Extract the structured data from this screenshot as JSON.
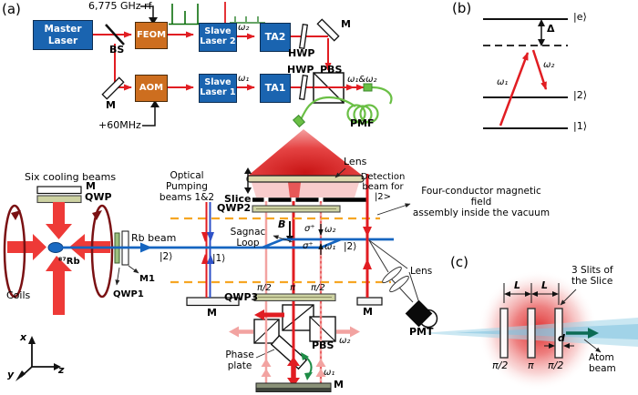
{
  "colors": {
    "box_blue": "#1a64b0",
    "box_orange": "#cd6e1f",
    "beam_red": "#e11d22",
    "beam_pink": "#f2a3a1",
    "atom_beam_blue": "#1565c0",
    "fiber_green": "#6abf45",
    "vacuum_dashed_orange": "#f6a623",
    "coil_dark_red": "#7a1113",
    "spectrum_green": "#0b6e0b",
    "mot_arrow_red": "#ee3a37",
    "phase_arrow_green": "#1e8c46",
    "atom_wedge_blue": "#a6d7ea"
  },
  "panel_a": {
    "label": "(a)",
    "rf_drive": "6,775 GHz rf",
    "aom_drive": "+60MHz",
    "boxes": {
      "master_laser": "Master\nLaser",
      "feom": "FEOM",
      "aom": "AOM",
      "slave_laser_2": "Slave\nLaser 2",
      "slave_laser_1": "Slave\nLaser 1",
      "ta2": "TA2",
      "ta1": "TA1"
    },
    "optics": {
      "bs": "BS",
      "m_aom": "M",
      "m_top": "M",
      "hwp_top": "HWP",
      "hwp_bottom": "HWP",
      "pbs_top": "PBS",
      "omega_2": "ω₂",
      "omega_1": "ω₁",
      "omega_1_and_2": "ω₁&ω₂",
      "pmf": "PMF",
      "lens_top": "Lens"
    },
    "mot": {
      "six_cooling_beams": "Six cooling beams",
      "m_mirror": "M",
      "qwp": "QWP",
      "coils": "Coils",
      "rb87": "⁸⁷Rb",
      "rb_beam": "Rb beam",
      "qwp1": "QWP1",
      "m1": "M1"
    },
    "interferometer": {
      "optical_pumping": "Optical Pumping\nbeams 1&2",
      "slice": "Slice",
      "qwp2": "QWP2",
      "qwp3": "QWP3",
      "b_field": "B",
      "sagnac_loop": "Sagnac\nLoop",
      "ket2_left": "|2⟩",
      "ket1": "|1⟩",
      "ket2_right": "|2⟩",
      "sigma_plus_upper": "σ⁺",
      "sigma_plus_lower": "σ⁺",
      "omega2_photon": "ω₂",
      "omega1_photon": "ω₁",
      "pi_half_left": "π/2",
      "pi_center": "π",
      "pi_half_right": "π/2",
      "m_left": "M",
      "m_right": "M",
      "m_bottom": "M",
      "pbs": "PBS",
      "omega2_out": "ω₂",
      "omega1_out": "ω₁",
      "phase_plate": "Phase\nplate"
    },
    "detection": {
      "beam_label": "Detection\nbeam for |2>",
      "four_conductor": "Four-conductor magnetic field\nassembly inside the vacuum",
      "lens": "Lens",
      "pmt": "PMT"
    },
    "axes": {
      "x": "x",
      "y": "y",
      "z": "z"
    }
  },
  "panel_b": {
    "label": "(b)",
    "ket_e": "|e⟩",
    "delta": "Δ",
    "ket_2": "|2⟩",
    "ket_1": "|1⟩",
    "omega_1": "ω₁",
    "omega_2": "ω₂"
  },
  "panel_c": {
    "label": "(c)",
    "length_1": "L",
    "length_2": "L",
    "slit_width": "d",
    "pi_half_left": "π/2",
    "pi_center": "π",
    "pi_half_right": "π/2",
    "slits_label": "3 Slits of\nthe Slice",
    "atom_beam": "Atom beam"
  }
}
